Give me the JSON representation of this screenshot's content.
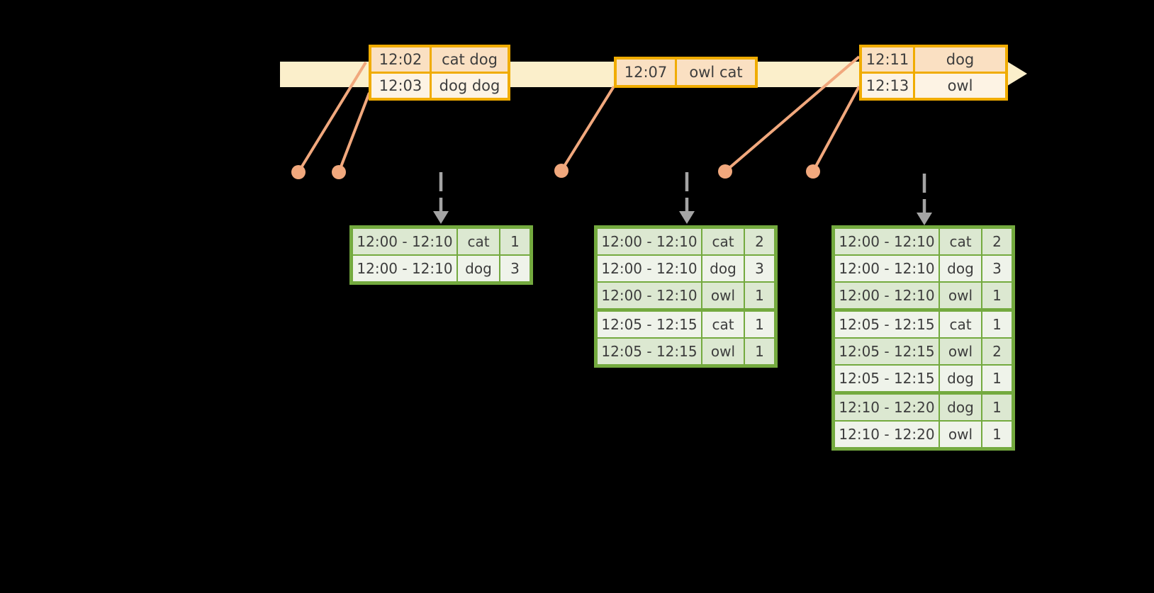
{
  "colors": {
    "background": "#000000",
    "timeline_band": "#FBEFCB",
    "event_table_border": "#F0AC00",
    "event_row_dark": "#FAE0C2",
    "event_row_light": "#FDF3E4",
    "connector_salmon": "#F1A87D",
    "trigger_arrow_gray": "#A4A4A4",
    "result_table_border": "#74AA3F",
    "result_row_dark": "#DCE8D1",
    "result_row_light": "#EFF3EA",
    "text": "#3D3D3D"
  },
  "icons": {
    "timeline_arrowhead": "right-arrowhead",
    "event_dot": "filled-circle",
    "trigger_arrow": "dashed-down-arrow"
  },
  "event_tables": [
    {
      "rows": [
        {
          "time": "12:02",
          "words": "cat dog"
        },
        {
          "time": "12:03",
          "words": "dog dog"
        }
      ]
    },
    {
      "rows": [
        {
          "time": "12:07",
          "words": "owl cat"
        }
      ]
    },
    {
      "rows": [
        {
          "time": "12:11",
          "words": "dog"
        },
        {
          "time": "12:13",
          "words": "owl"
        }
      ]
    }
  ],
  "result_tables": [
    {
      "groups": [
        [
          {
            "window": "12:00 - 12:10",
            "word": "cat",
            "count": "1"
          },
          {
            "window": "12:00 - 12:10",
            "word": "dog",
            "count": "3"
          }
        ]
      ]
    },
    {
      "groups": [
        [
          {
            "window": "12:00 - 12:10",
            "word": "cat",
            "count": "2"
          },
          {
            "window": "12:00 - 12:10",
            "word": "dog",
            "count": "3"
          },
          {
            "window": "12:00 - 12:10",
            "word": "owl",
            "count": "1"
          }
        ],
        [
          {
            "window": "12:05 - 12:15",
            "word": "cat",
            "count": "1"
          },
          {
            "window": "12:05 - 12:15",
            "word": "owl",
            "count": "1"
          }
        ]
      ]
    },
    {
      "groups": [
        [
          {
            "window": "12:00 - 12:10",
            "word": "cat",
            "count": "2"
          },
          {
            "window": "12:00 - 12:10",
            "word": "dog",
            "count": "3"
          },
          {
            "window": "12:00 - 12:10",
            "word": "owl",
            "count": "1"
          }
        ],
        [
          {
            "window": "12:05 - 12:15",
            "word": "cat",
            "count": "1"
          },
          {
            "window": "12:05 - 12:15",
            "word": "owl",
            "count": "2"
          },
          {
            "window": "12:05 - 12:15",
            "word": "dog",
            "count": "1"
          }
        ],
        [
          {
            "window": "12:10 - 12:20",
            "word": "dog",
            "count": "1"
          },
          {
            "window": "12:10 - 12:20",
            "word": "owl",
            "count": "1"
          }
        ]
      ]
    }
  ]
}
